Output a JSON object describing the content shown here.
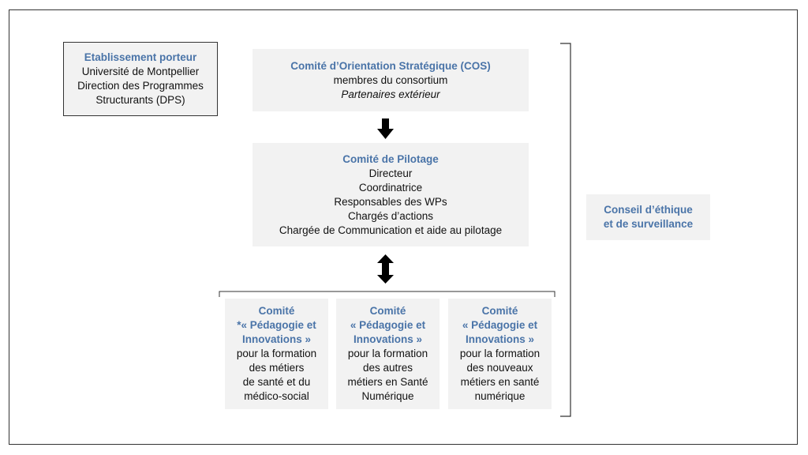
{
  "porteur": {
    "title": "Etablissement porteur",
    "lines": [
      "Université de Montpellier",
      "Direction des Programmes",
      "Structurants (DPS)"
    ]
  },
  "cos": {
    "title": "Comité d’Orientation Stratégique (COS)",
    "line1": "membres du consortium",
    "line2": "Partenaires extérieur"
  },
  "pilotage": {
    "title": "Comité de Pilotage",
    "lines": [
      "Directeur",
      "Coordinatrice",
      "Responsables des WPs",
      "Chargés d’actions",
      "Chargée de Communication et aide au pilotage"
    ]
  },
  "ethique": {
    "lines": [
      "Conseil d’éthique",
      "et de surveillance"
    ]
  },
  "comites": [
    {
      "title_lines": [
        "Comité",
        "*« Pédagogie et",
        "Innovations »"
      ],
      "body_lines": [
        "pour la formation",
        "des métiers",
        "de santé et du",
        "médico-social"
      ]
    },
    {
      "title_lines": [
        "Comité",
        "« Pédagogie et",
        "Innovations »"
      ],
      "body_lines": [
        "pour la formation",
        "des autres",
        "métiers en Santé",
        "Numérique"
      ]
    },
    {
      "title_lines": [
        "Comité",
        "« Pédagogie et",
        "Innovations »"
      ],
      "body_lines": [
        "pour la formation",
        "des nouveaux",
        "métiers en santé",
        "numérique"
      ]
    }
  ],
  "colors": {
    "title": "#4a74a8",
    "box_fill": "#f2f2f2",
    "arrow": "#000000"
  }
}
